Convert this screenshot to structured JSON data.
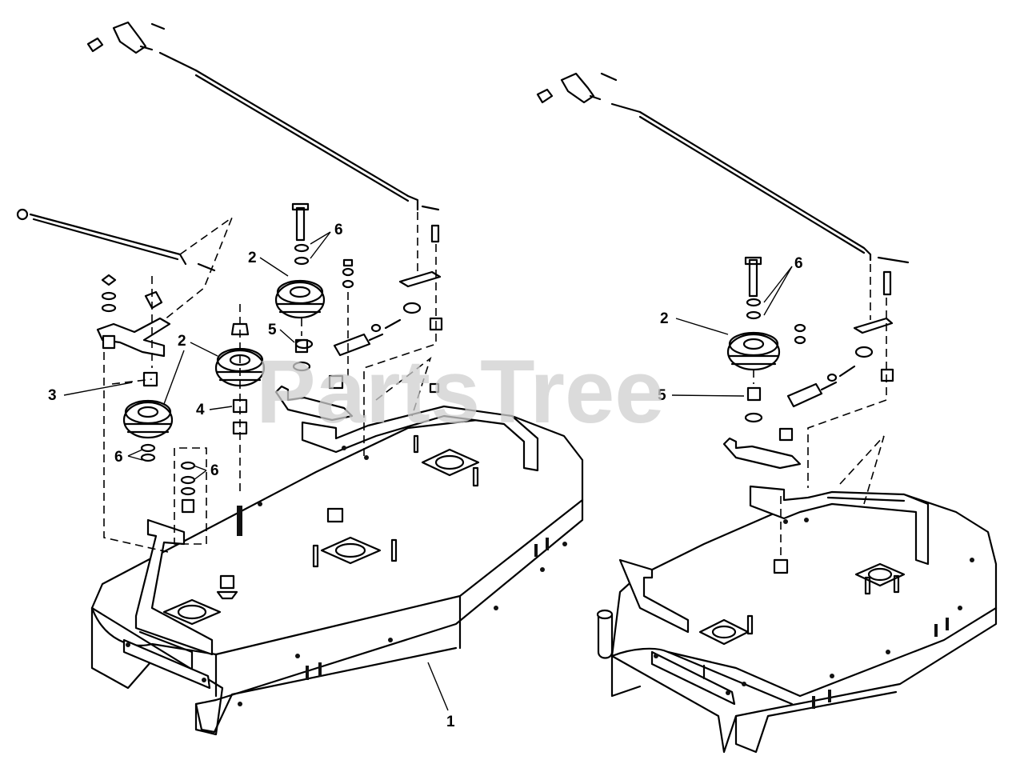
{
  "watermark": "PartsTree",
  "left_assembly": {
    "callouts": {
      "deck": "1",
      "pulley_upper": "2",
      "pulley_middle": "2",
      "idler_arm": "3",
      "spacer": "4",
      "bushing": "5",
      "washers_top": "6",
      "washers_lower_left": "6",
      "washers_lower_right": "6"
    }
  },
  "right_assembly": {
    "callouts": {
      "pulley": "2",
      "bushing": "5",
      "washers": "6"
    }
  }
}
